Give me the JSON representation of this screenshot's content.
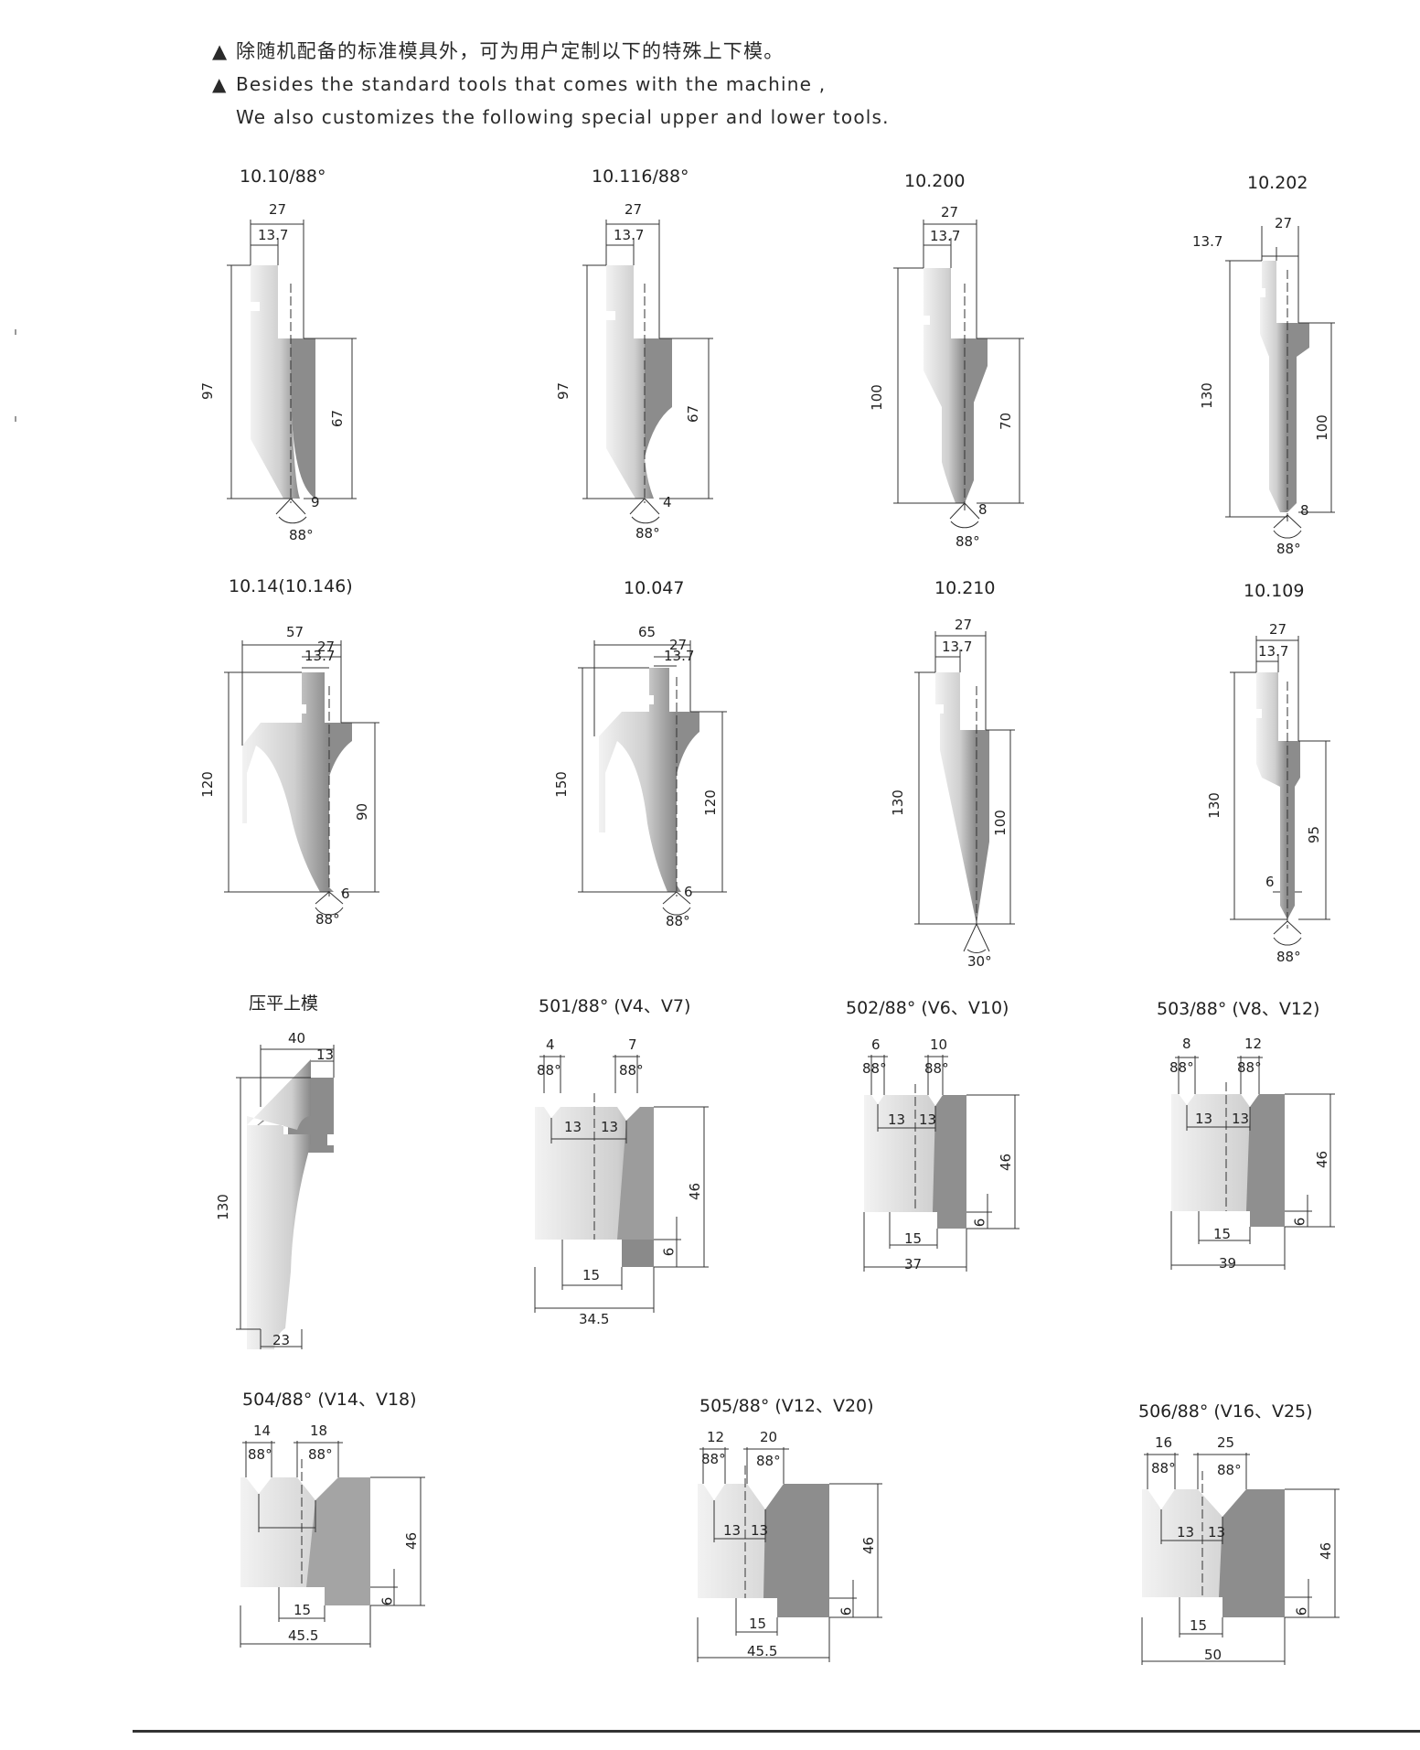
{
  "intro": {
    "bullet": "▲",
    "line_cn": "除随机配备的标准模具外，可为用户定制以下的特殊上下模。",
    "line_en_1": "Besides the standard tools that comes with the machine ,",
    "line_en_2": "We also customizes the following special upper and lower tools."
  },
  "tools": [
    {
      "title": "10.10/88°",
      "dims": [
        "27",
        "13.7",
        "97",
        "67",
        "9",
        "88°"
      ]
    },
    {
      "title": "10.116/88°",
      "dims": [
        "27",
        "13.7",
        "97",
        "67",
        "4",
        "88°"
      ]
    },
    {
      "title": "10.200",
      "dims": [
        "27",
        "13.7",
        "100",
        "70",
        "8",
        "88°"
      ]
    },
    {
      "title": "10.202",
      "dims": [
        "27",
        "13.7",
        "130",
        "100",
        "8",
        "88°"
      ]
    },
    {
      "title": "10.14(10.146)",
      "dims": [
        "57",
        "27",
        "13.7",
        "120",
        "90",
        "6",
        "88°"
      ]
    },
    {
      "title": "10.047",
      "dims": [
        "65",
        "27",
        "13.7",
        "150",
        "120",
        "6",
        "88°"
      ]
    },
    {
      "title": "10.210",
      "dims": [
        "27",
        "13.7",
        "130",
        "100",
        "30°"
      ]
    },
    {
      "title": "10.109",
      "dims": [
        "27",
        "13.7",
        "130",
        "95",
        "6",
        "88°"
      ]
    },
    {
      "title": "压平上模",
      "dims": [
        "40",
        "13",
        "130",
        "23"
      ]
    },
    {
      "title": "501/88° (V4、V7)",
      "dims": [
        "4",
        "7",
        "88°",
        "88°",
        "13",
        "13",
        "46",
        "6",
        "15",
        "34.5"
      ]
    },
    {
      "title": "502/88° (V6、V10)",
      "dims": [
        "6",
        "10",
        "88°",
        "88°",
        "13",
        "13",
        "46",
        "6",
        "15",
        "37"
      ]
    },
    {
      "title": "503/88° (V8、V12)",
      "dims": [
        "8",
        "12",
        "88°",
        "88°",
        "13",
        "13",
        "46",
        "6",
        "15",
        "39"
      ]
    },
    {
      "title": "504/88° (V14、V18)",
      "dims": [
        "14",
        "18",
        "88°",
        "88°",
        "46",
        "6",
        "15",
        "45.5"
      ]
    },
    {
      "title": "505/88° (V12、V20)",
      "dims": [
        "12",
        "20",
        "88°",
        "88°",
        "13",
        "13",
        "46",
        "6",
        "15",
        "45.5"
      ]
    },
    {
      "title": "506/88° (V16、V25)",
      "dims": [
        "16",
        "25",
        "88°",
        "88°",
        "13",
        "13",
        "46",
        "6",
        "15",
        "50"
      ]
    }
  ],
  "colors": {
    "tool_fill_light": "#e2e2e2",
    "tool_fill_dark": "#8a8a8a",
    "line": "#333333"
  }
}
